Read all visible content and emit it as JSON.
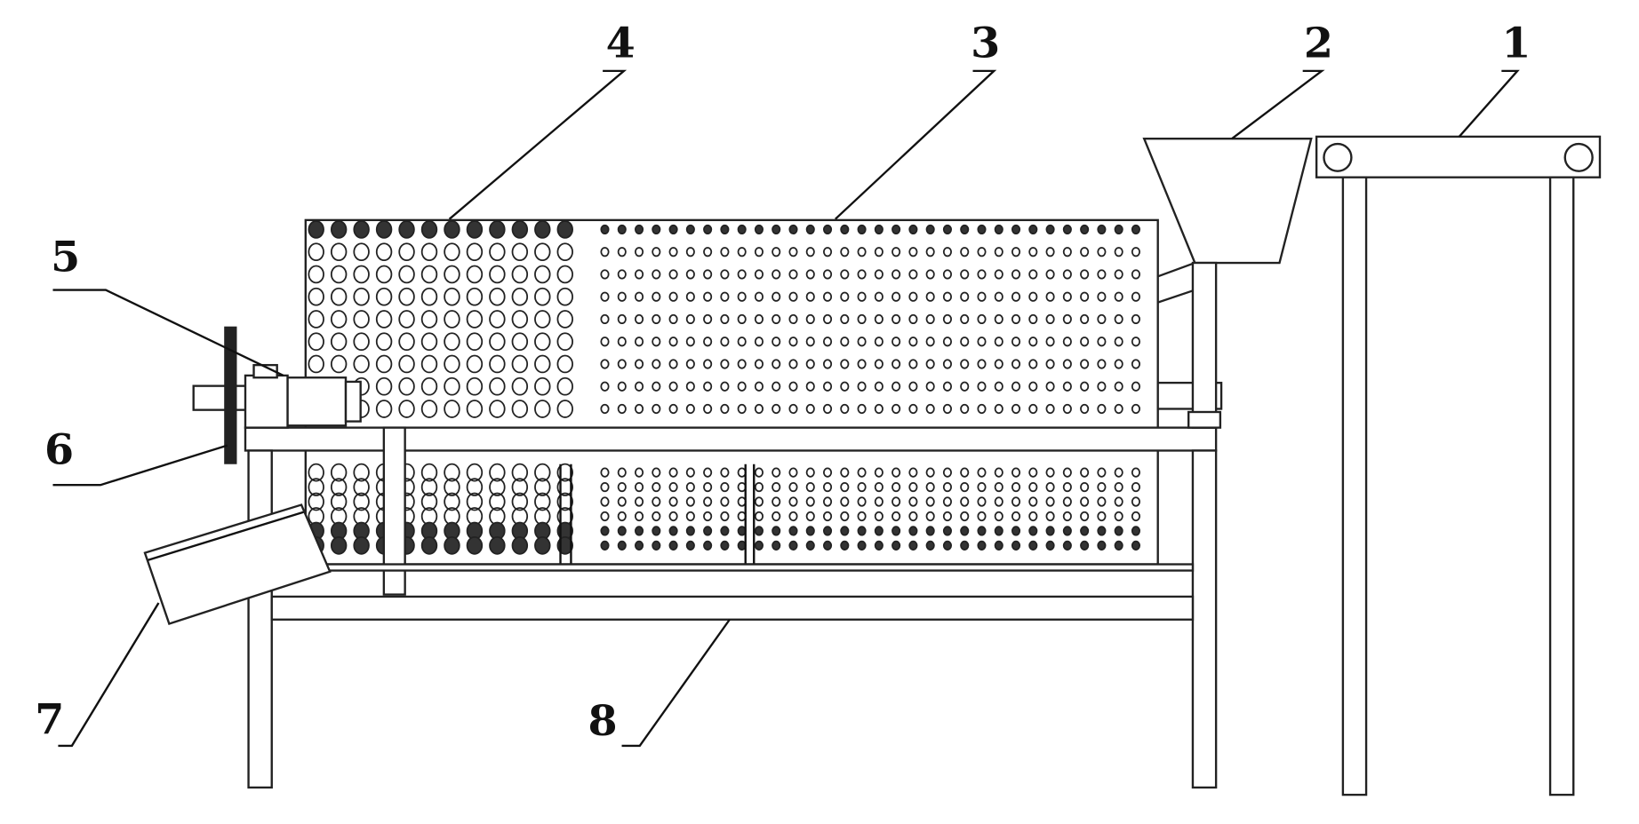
{
  "labels": {
    "1": "1",
    "2": "2",
    "3": "3",
    "4": "4",
    "5": "5",
    "6": "6",
    "7": "7",
    "8": "8"
  },
  "colors": {
    "line": "#111111",
    "background": "#ffffff"
  }
}
